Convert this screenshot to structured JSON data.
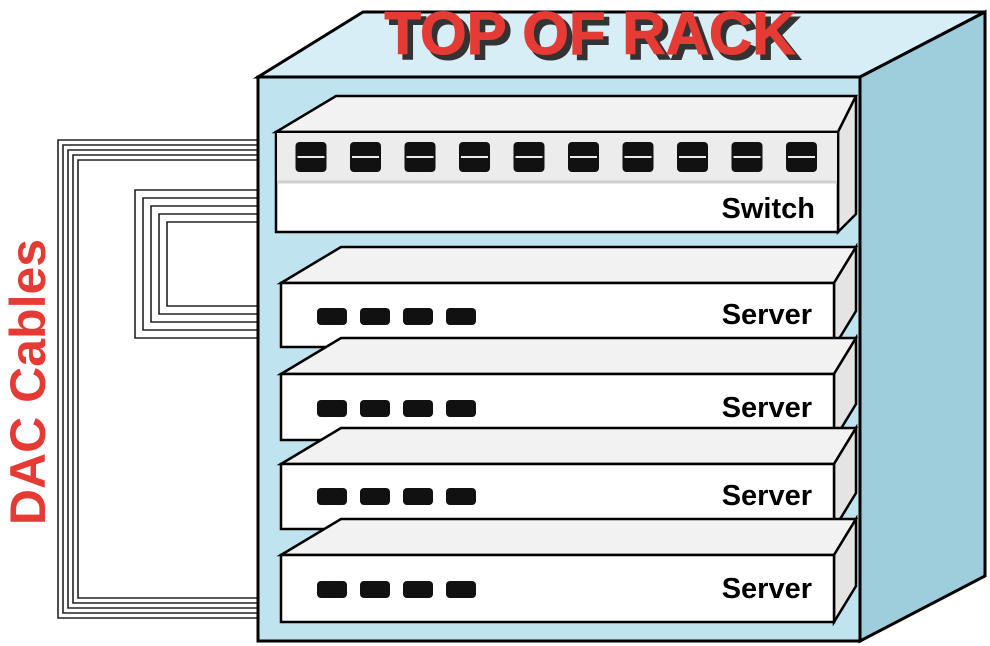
{
  "diagram": {
    "title": "TOP OF RACK",
    "side_label": "DAC Cables",
    "switch": {
      "label": "Switch",
      "port_count": 10,
      "icon": "network-switch-icon"
    },
    "servers": [
      {
        "label": "Server",
        "port_count": 4
      },
      {
        "label": "Server",
        "port_count": 4
      },
      {
        "label": "Server",
        "port_count": 4
      },
      {
        "label": "Server",
        "port_count": 4
      }
    ],
    "colors": {
      "title": "#e63b35",
      "title_shadow": "#333333",
      "side_label": "#e63b35",
      "rack_front": "#bfe3ef",
      "rack_side": "#9ecddc",
      "rack_top": "#d7eef6",
      "outline": "#000000",
      "device_face": "#ffffff",
      "device_top": "#f2f2f2",
      "port": "#111111",
      "cable": "#222222"
    }
  }
}
